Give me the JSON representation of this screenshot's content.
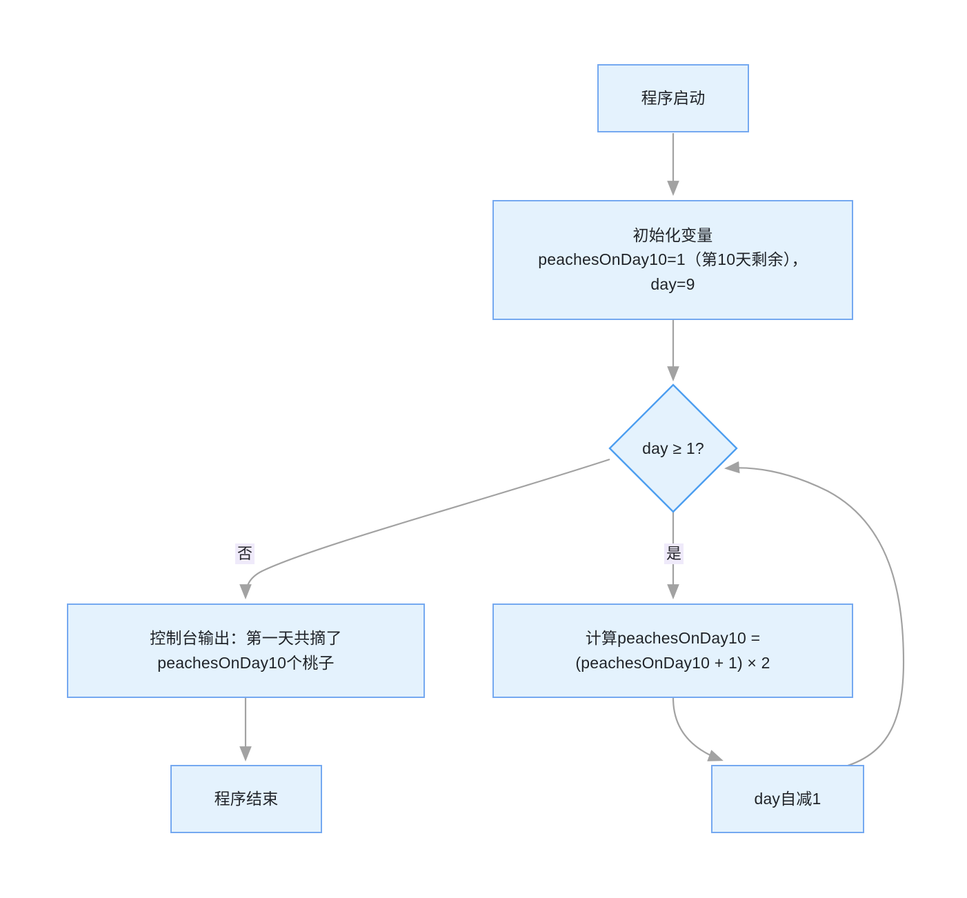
{
  "diagram": {
    "type": "flowchart",
    "title": "",
    "direction": "top-down",
    "theme": {
      "node_fill": "#e4f2fd",
      "node_border": "#74a8f0",
      "edge_color": "#a0a0a0",
      "text_color": "#1f2328",
      "edge_label_bg": "#efeafa",
      "background": "#ffffff"
    },
    "nodes": [
      {
        "id": "start",
        "shape": "rectangle",
        "label": "程序启动"
      },
      {
        "id": "init",
        "shape": "rectangle",
        "label": "初始化变量\npeachesOnDay10=1（第10天剩余），\nday=9"
      },
      {
        "id": "decision",
        "shape": "diamond",
        "label": "day ≥ 1?"
      },
      {
        "id": "output",
        "shape": "rectangle",
        "label": "控制台输出：第一天共摘了\npeachesOnDay10个桃子"
      },
      {
        "id": "calc",
        "shape": "rectangle",
        "label": "计算peachesOnDay10 =\n(peachesOnDay10 + 1) × 2"
      },
      {
        "id": "end",
        "shape": "rectangle",
        "label": "程序结束"
      },
      {
        "id": "decrement",
        "shape": "rectangle",
        "label": "day自减1"
      }
    ],
    "edges": [
      {
        "from": "start",
        "to": "init",
        "label": ""
      },
      {
        "from": "init",
        "to": "decision",
        "label": ""
      },
      {
        "from": "decision",
        "to": "output",
        "label": "否"
      },
      {
        "from": "decision",
        "to": "calc",
        "label": "是"
      },
      {
        "from": "output",
        "to": "end",
        "label": ""
      },
      {
        "from": "calc",
        "to": "decrement",
        "label": ""
      },
      {
        "from": "decrement",
        "to": "decision",
        "label": ""
      }
    ],
    "edge_labels": {
      "no": "否",
      "yes": "是"
    }
  }
}
